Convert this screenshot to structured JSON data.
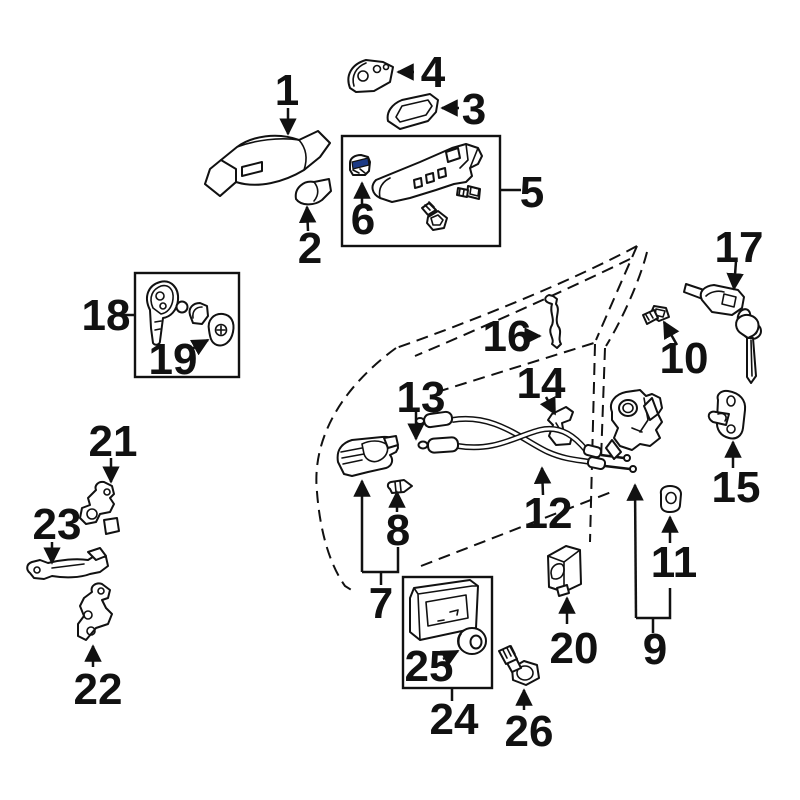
{
  "diagram": {
    "type": "exploded-parts-diagram",
    "subject": "front door lock and handle hardware"
  },
  "colors": {
    "background": "#ffffff",
    "line": "#111111",
    "highlight": "#3a62c8",
    "highlight_dark": "#1c3a85"
  },
  "callouts": {
    "c1": "1",
    "c2": "2",
    "c3": "3",
    "c4": "4",
    "c5": "5",
    "c6": "6",
    "c7": "7",
    "c8": "8",
    "c9": "9",
    "c10": "10",
    "c11": "11",
    "c12": "12",
    "c13": "13",
    "c14": "14",
    "c15": "15",
    "c16": "16",
    "c17": "17",
    "c18": "18",
    "c19": "19",
    "c20": "20",
    "c21": "21",
    "c22": "22",
    "c23": "23",
    "c24": "24",
    "c25": "25",
    "c26": "26"
  }
}
